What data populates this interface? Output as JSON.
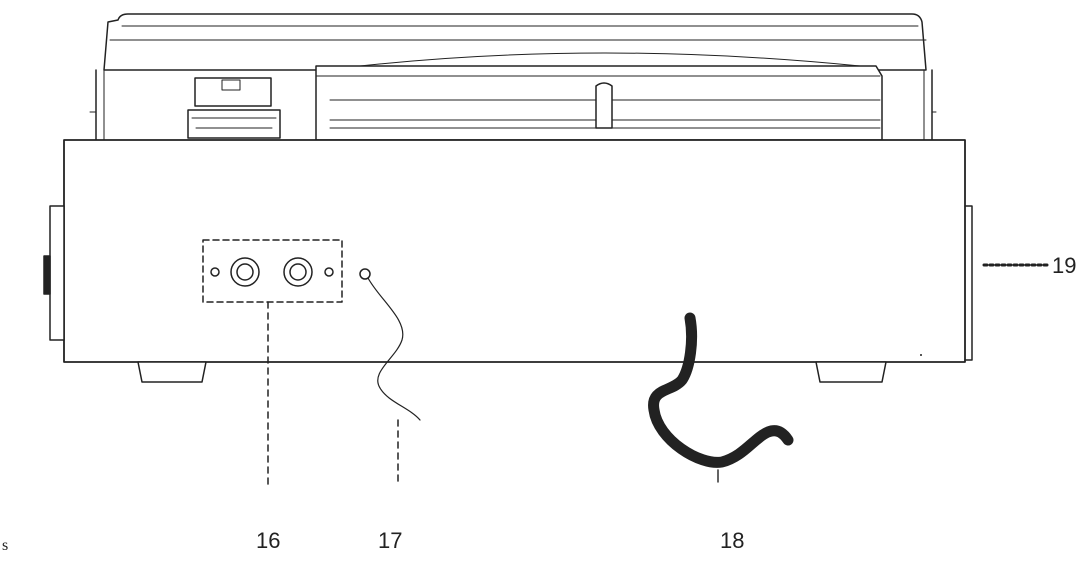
{
  "figure": {
    "callouts": {
      "c16": "16",
      "c17": "17",
      "c18": "18",
      "c19": "19"
    },
    "stray_mark": "s"
  },
  "colors": {
    "ink": "#222222",
    "background": "#ffffff"
  }
}
